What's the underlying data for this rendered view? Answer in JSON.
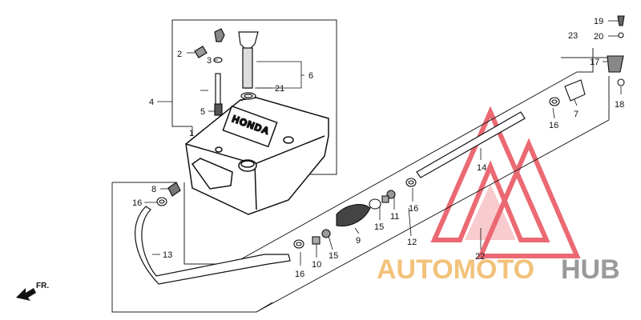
{
  "diagram": {
    "tank_brand_text": "HONDA",
    "direction_label": "FR.",
    "callouts": [
      {
        "id": "c19",
        "text": "19"
      },
      {
        "id": "c20",
        "text": "20"
      },
      {
        "id": "c23",
        "text": "23"
      },
      {
        "id": "c17",
        "text": "17"
      },
      {
        "id": "c18",
        "text": "18"
      },
      {
        "id": "c7",
        "text": "7"
      },
      {
        "id": "c16a",
        "text": "16"
      },
      {
        "id": "c14",
        "text": "14"
      },
      {
        "id": "c2",
        "text": "2"
      },
      {
        "id": "c3",
        "text": "3"
      },
      {
        "id": "c4",
        "text": "4"
      },
      {
        "id": "c5",
        "text": "5"
      },
      {
        "id": "c1",
        "text": "1"
      },
      {
        "id": "c6",
        "text": "6"
      },
      {
        "id": "c21",
        "text": "21"
      },
      {
        "id": "c8",
        "text": "8"
      },
      {
        "id": "c16b",
        "text": "16"
      },
      {
        "id": "c13",
        "text": "13"
      },
      {
        "id": "c9",
        "text": "9"
      },
      {
        "id": "c11",
        "text": "11"
      },
      {
        "id": "c16c",
        "text": "16"
      },
      {
        "id": "c15a",
        "text": "15"
      },
      {
        "id": "c12",
        "text": "12"
      },
      {
        "id": "c10",
        "text": "10"
      },
      {
        "id": "c15b",
        "text": "15"
      },
      {
        "id": "c16d",
        "text": "16"
      },
      {
        "id": "c22",
        "text": "22"
      }
    ]
  },
  "watermark": {
    "part1": "AUTOMOTO",
    "part2": "HUB",
    "colors": {
      "logo_red": "#e8505b",
      "text_orange": "#f2c27a",
      "text_gray": "#9a9a9a"
    }
  }
}
